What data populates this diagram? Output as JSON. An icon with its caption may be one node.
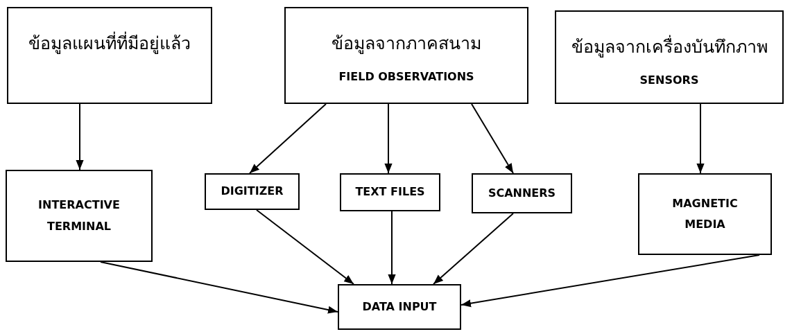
{
  "diagram": {
    "nodes": [
      {
        "text": [
          "ข้อมูลแผนที่ที่มีอยู่แล้ว"
        ]
      },
      {
        "text": [
          "ข้อมูลจากภาคสนาม",
          "FIELD OBSERVATIONS"
        ]
      },
      {
        "text": [
          "ข้อมูลจากเครื่องบันทึกภาพ",
          "SENSORS"
        ]
      },
      {
        "text": [
          "INTERACTIVE TERMINAL"
        ]
      },
      {
        "text": [
          "DIGITIZER"
        ]
      },
      {
        "text": [
          "TEXT FILES"
        ]
      },
      {
        "text": [
          "SCANNERS"
        ]
      },
      {
        "text": [
          "MAGNETIC MEDIA"
        ]
      },
      {
        "text": [
          "DATA INPUT"
        ]
      }
    ],
    "edges": [
      {
        "from": 0,
        "to": 3,
        "arrow": "to"
      },
      {
        "from": 1,
        "to": 4,
        "arrow": "to"
      },
      {
        "from": 1,
        "to": 5,
        "arrow": "to"
      },
      {
        "from": 1,
        "to": 6,
        "arrow": "to"
      },
      {
        "from": 2,
        "to": 7,
        "arrow": "to"
      },
      {
        "from": 3,
        "to": 8,
        "arrow": "to"
      },
      {
        "from": 4,
        "to": 8,
        "arrow": "to"
      },
      {
        "from": 5,
        "to": 8,
        "arrow": "to"
      },
      {
        "from": 6,
        "to": 8,
        "arrow": "to"
      },
      {
        "from": 7,
        "to": 8,
        "arrow": "to"
      }
    ]
  }
}
